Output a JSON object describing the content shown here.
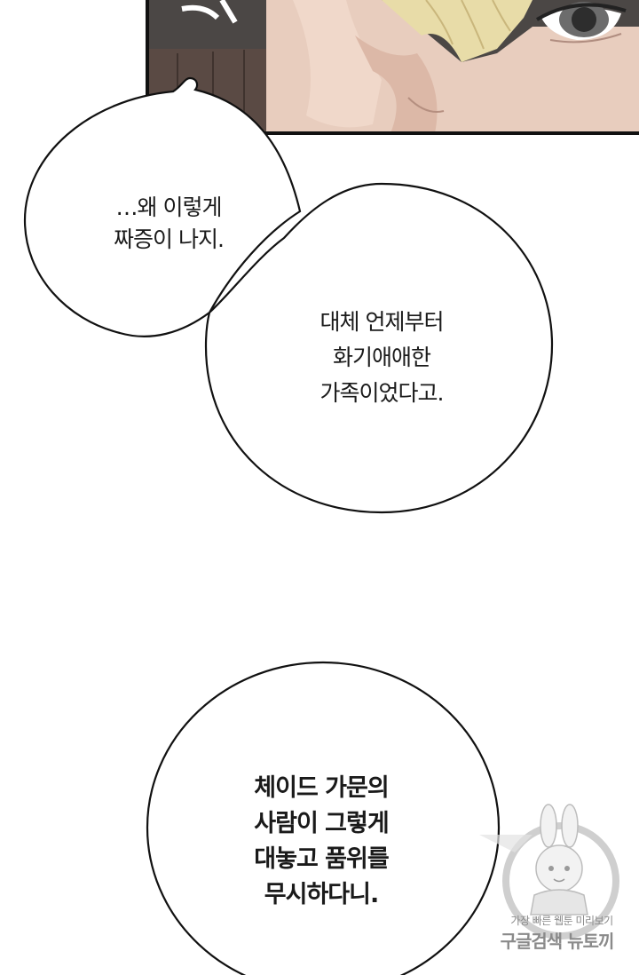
{
  "bubbles": [
    {
      "lines": [
        "…왜 이렇게",
        "짜증이 나지."
      ]
    },
    {
      "lines": [
        "대체 언제부터",
        "화기애애한",
        "가족이었다고."
      ]
    },
    {
      "lines": [
        "체이드 가문의",
        "사람이 그렇게",
        "대놓고 품위를",
        "무시하다니."
      ]
    }
  ],
  "watermark": {
    "line1": "가장 빠른 웹툰 미리보기",
    "line2": "구글검색 뉴토끼"
  },
  "colors": {
    "panel_border": "#111111",
    "skin": "#e9cfc0",
    "hair": "#e6d9a4",
    "background_dark": "#4a4644",
    "watermark_gray": "#8a8a8a"
  }
}
